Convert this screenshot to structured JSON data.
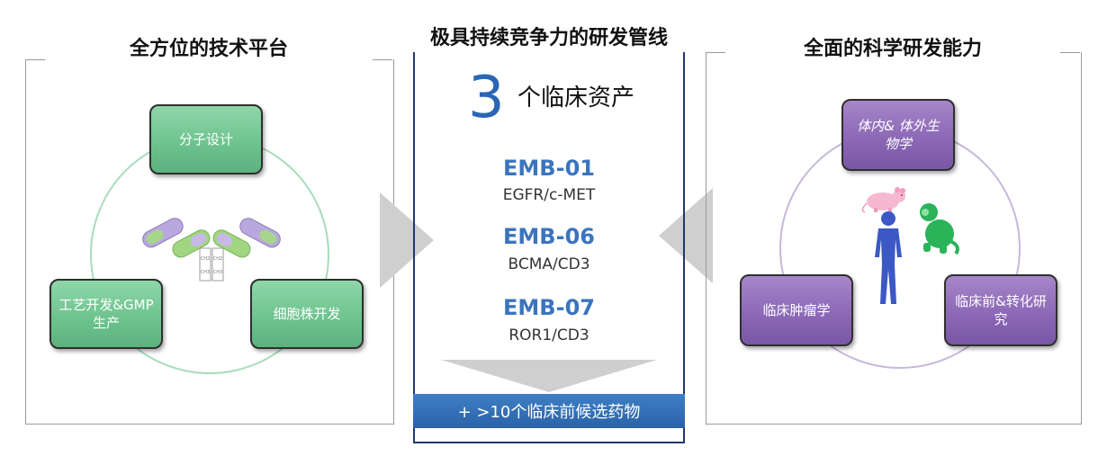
{
  "left": {
    "title": "全方位的技术平台",
    "nodes": {
      "top": "分子设计",
      "bottom_left": "工艺开发&GMP生产",
      "bottom_right": "细胞株开发"
    },
    "antibody_domain_labels": [
      "CH2",
      "CH3",
      "CH2",
      "CH3"
    ]
  },
  "middle": {
    "title": "极具持续竞争力的研发管线",
    "asset_count": "3",
    "asset_count_label": "个临床资产",
    "assets": [
      {
        "name": "EMB-01",
        "target": "EGFR/c-MET"
      },
      {
        "name": "EMB-06",
        "target": "BCMA/CD3"
      },
      {
        "name": "EMB-07",
        "target": "ROR1/CD3"
      }
    ],
    "banner": "+ >10个临床前候选药物"
  },
  "right": {
    "title": "全面的科学研发能力",
    "nodes": {
      "top": "体内& 体外生物学",
      "bottom_left": "临床肿瘤学",
      "bottom_right": "临床前&转化研究"
    }
  },
  "colors": {
    "green_node": "#6cc28d",
    "purple_node": "#8a66b5",
    "accent_blue": "#2a66b5",
    "navy_border": "#1d3a6b",
    "arrow_gray": "#cfcfcf"
  }
}
